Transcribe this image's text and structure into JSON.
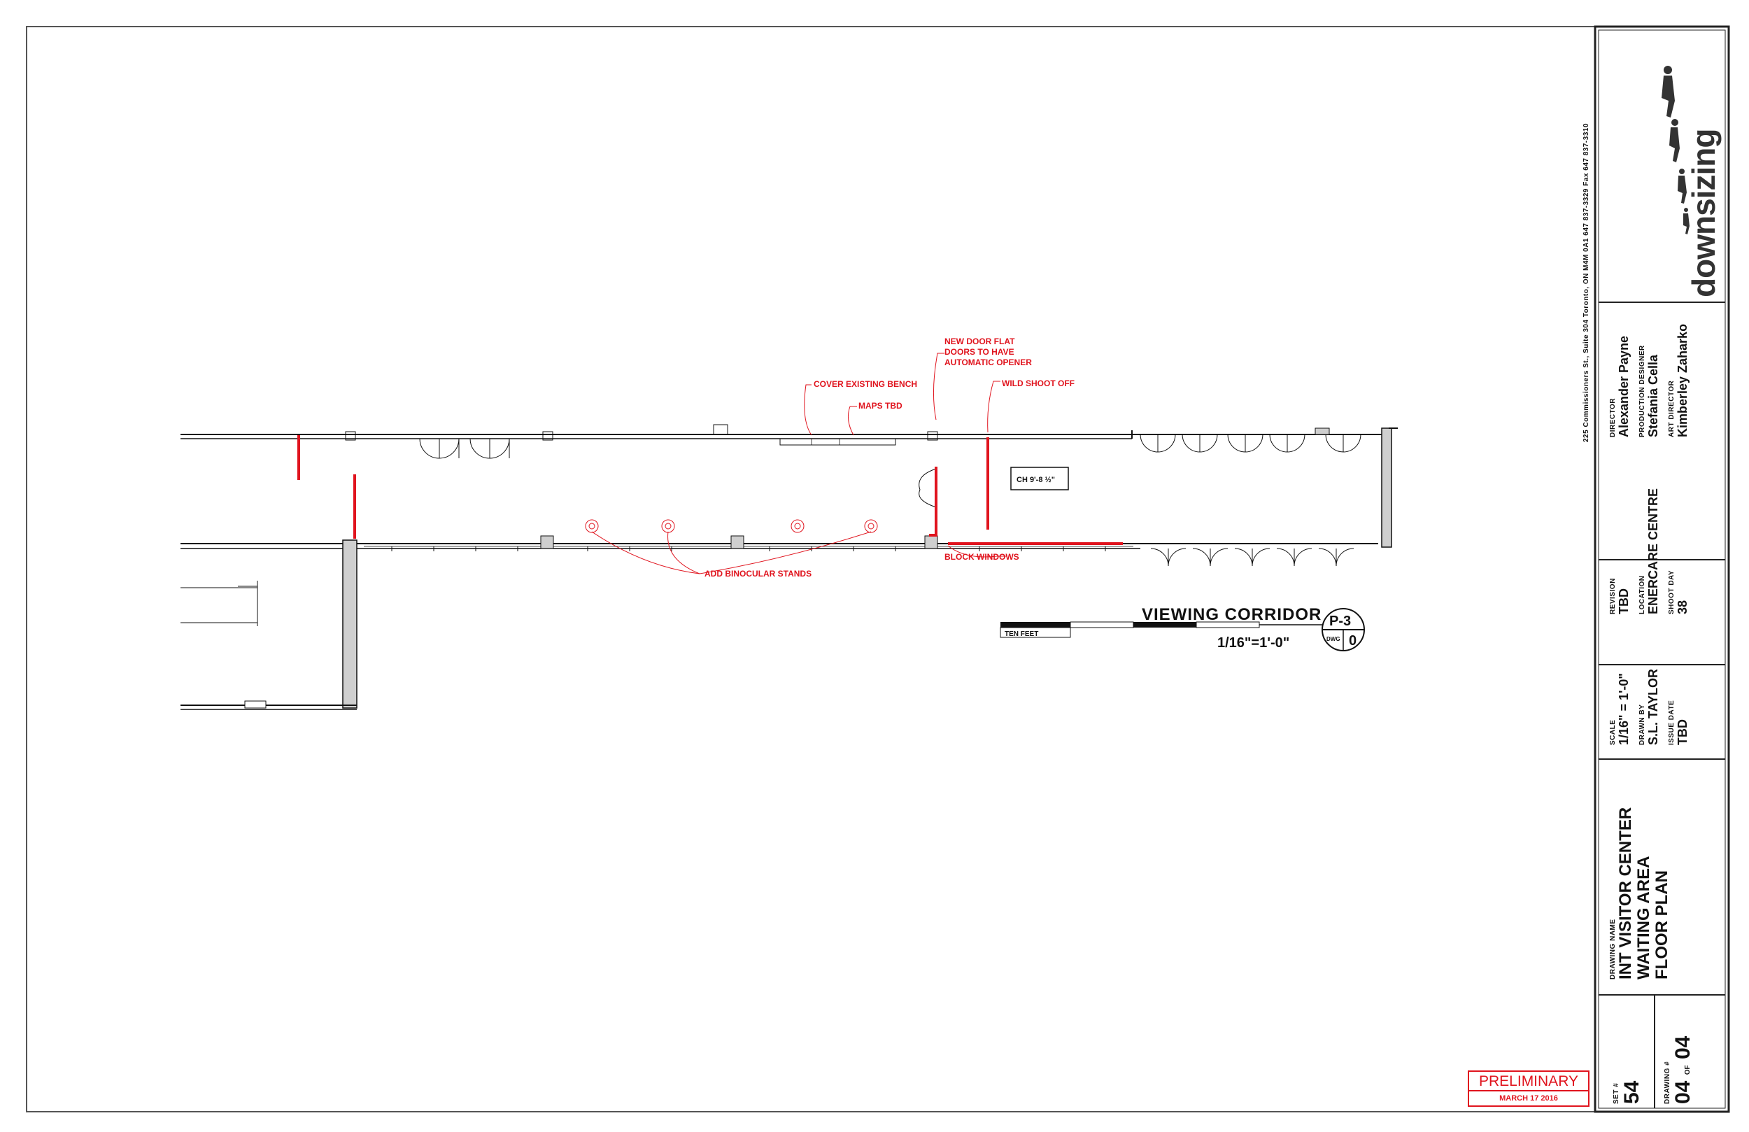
{
  "annotations": {
    "new_door": [
      "NEW DOOR FLAT",
      "DOORS TO HAVE",
      "AUTOMATIC OPENER"
    ],
    "cover_bench": "COVER EXISTING BENCH",
    "maps": "MAPS TBD",
    "wild_shoot": "WILD SHOOT OFF",
    "ceiling_height": "CH 9'-8 ½\"",
    "binocular": "ADD BINOCULAR STANDS",
    "block_windows": "BLOCK WINDOWS"
  },
  "view": {
    "title": "VIEWING CORRIDOR",
    "scale": "1/16\"=1'-0\"",
    "ref_top": "P-3",
    "ref_dwg": "DWG",
    "ref_num": "0",
    "scalebar_label": "TEN FEET"
  },
  "stamp": {
    "label": "PRELIMINARY",
    "date": "MARCH 17 2016"
  },
  "titleblock": {
    "company": "downsizing",
    "address": "225 Commissioners St., Suite 304   Toronto, ON M4M 0A1   647 837-3329   Fax 647 837-3310",
    "director_label": "DIRECTOR",
    "director": "Alexander Payne",
    "prod_designer_label": "PRODUCTION DESIGNER",
    "prod_designer": "Stefania Cella",
    "art_director_label": "ART DIRECTOR",
    "art_director": "Kimberley Zaharko",
    "revision_label": "REVISION",
    "revision": "TBD",
    "location_label": "LOCATION",
    "location": "ENERCARE CENTRE",
    "shoot_day_label": "SHOOT DAY",
    "shoot_day": "38",
    "scale_label": "SCALE",
    "scale": "1/16\" = 1'-0\"",
    "drawn_by_label": "DRAWN BY",
    "drawn_by": "S.L. TAYLOR",
    "issue_date_label": "ISSUE DATE",
    "issue_date": "TBD",
    "drawing_name_label": "DRAWING NAME",
    "drawing_name": [
      "INT VISITOR CENTER",
      "WAITING AREA",
      "FLOOR PLAN"
    ],
    "set_label": "SET #",
    "set": "54",
    "drawing_num_label": "DRAWING #",
    "drawing_num": "04",
    "of_label": "OF",
    "drawing_total": "04"
  },
  "colors": {
    "line": "#111111",
    "markup": "#e0141e",
    "wall_fill": "#cfcfcf"
  }
}
